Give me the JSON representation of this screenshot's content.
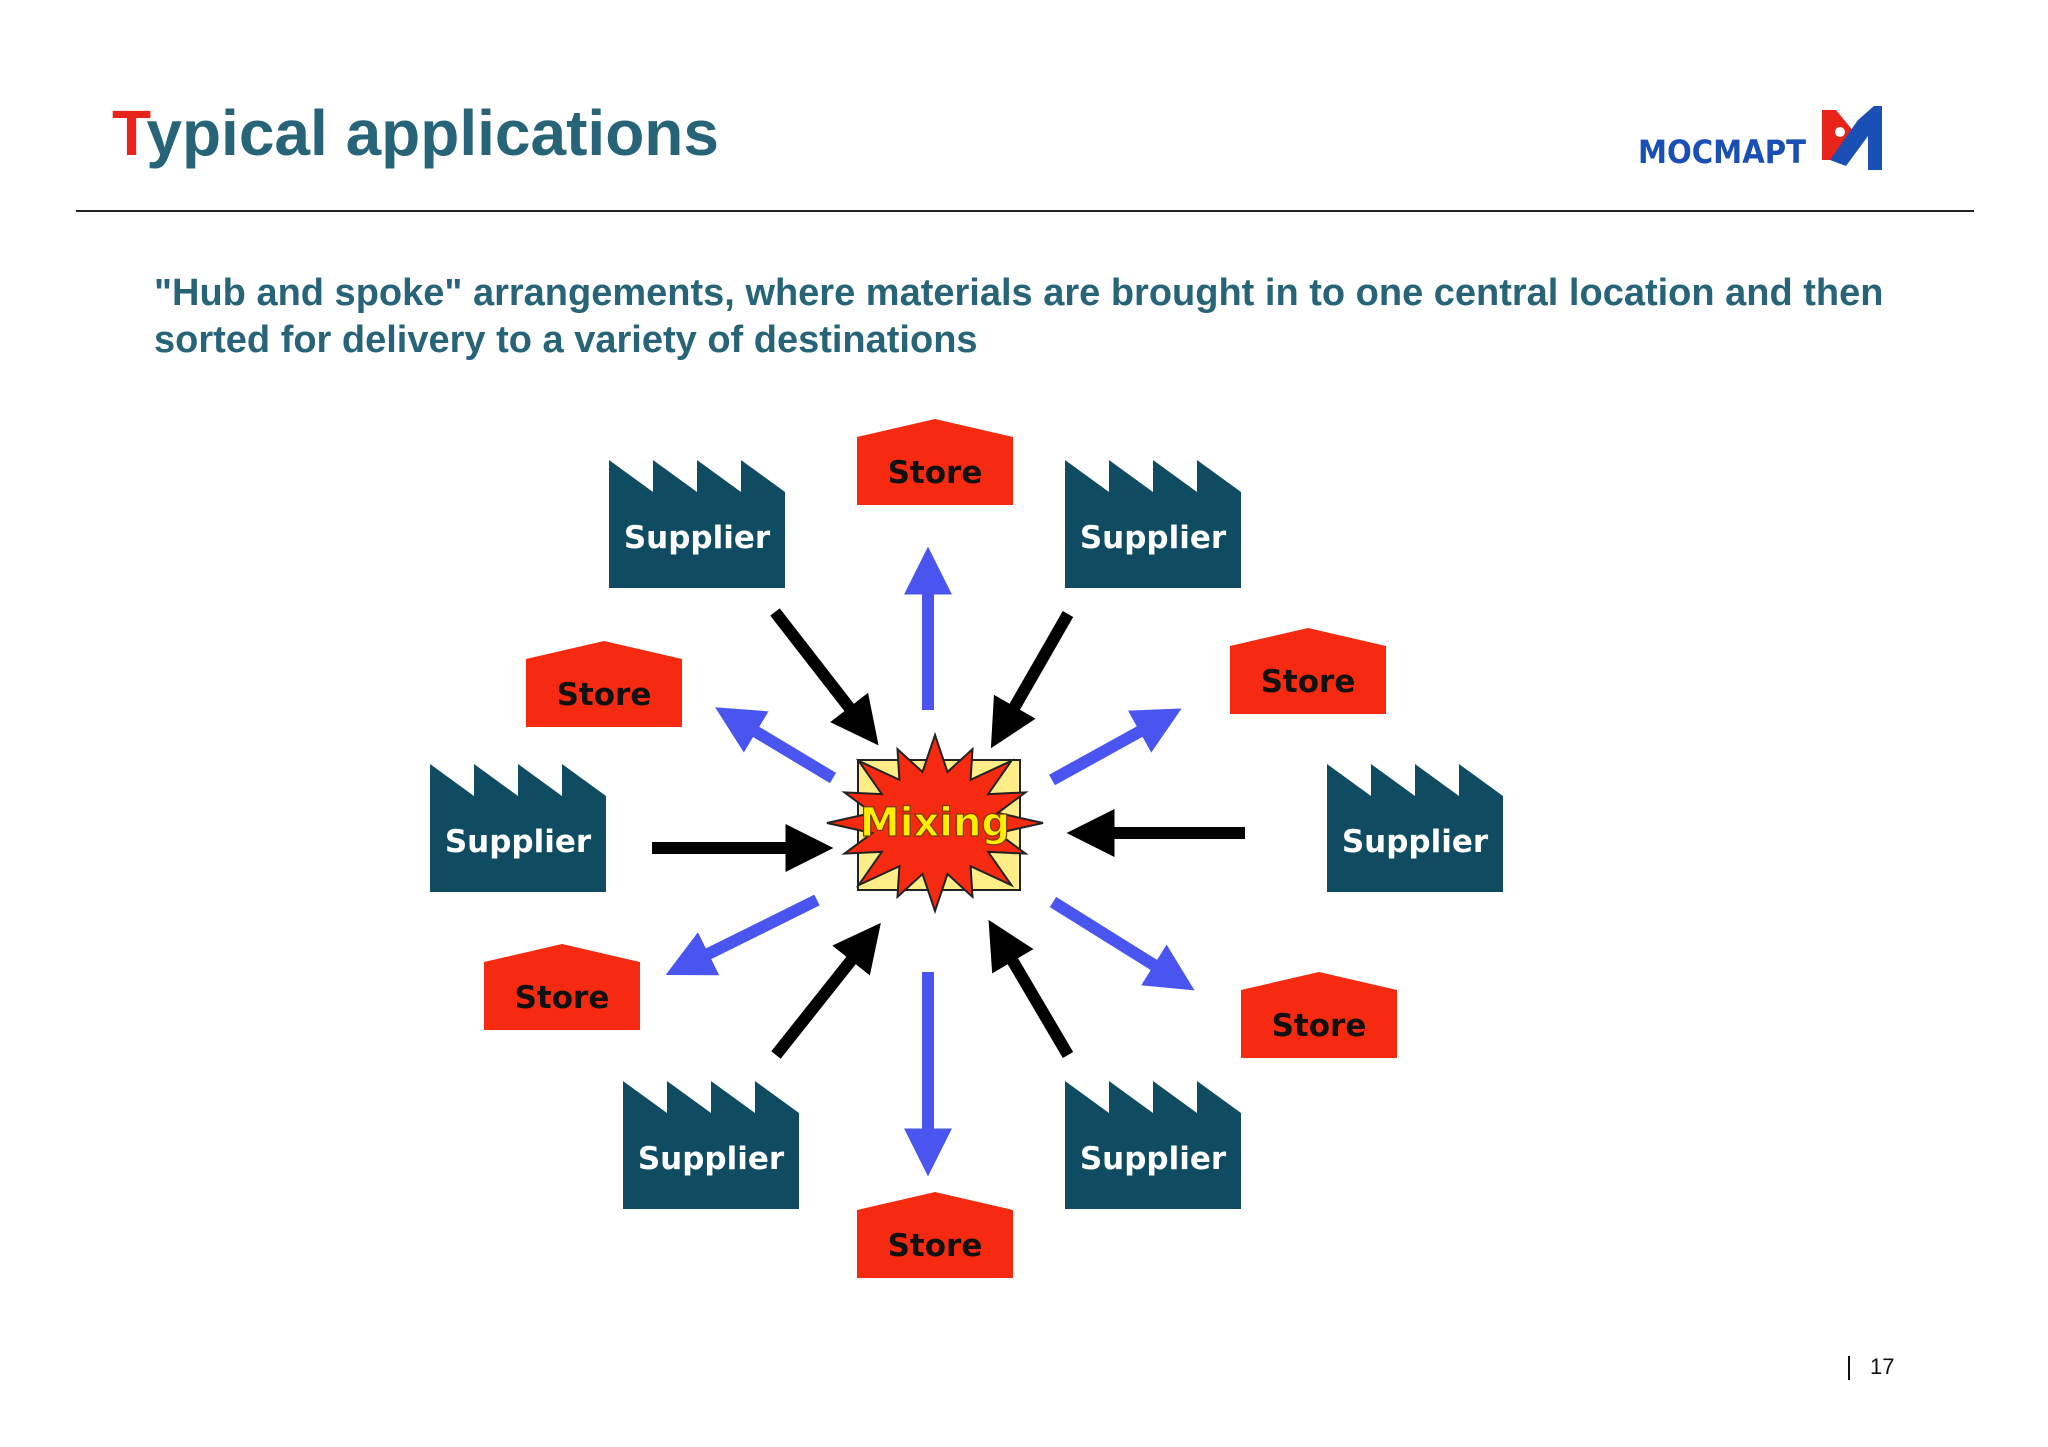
{
  "slide": {
    "title_first_letter": "T",
    "title_rest": "ypical applications",
    "subtitle": "\"Hub and spoke\" arrangements, where materials are brought in to one central location and then sorted for delivery to a variety of destinations",
    "page_number": "17"
  },
  "logo": {
    "text": "МОСМАРТ",
    "colors": {
      "blue": "#1a4fb5",
      "red": "#e8231a"
    }
  },
  "diagram": {
    "hub_label": "Mixing",
    "supplier_label": "Supplier",
    "store_label": "Store",
    "colors": {
      "supplier_fill": "#0f4c62",
      "store_fill": "#f52a10",
      "inbound_arrow": "#000000",
      "outbound_arrow": "#4a55f0",
      "hub_fill": "#f52a10",
      "hub_back": "#ffee88",
      "accent_red": "#e8231a",
      "title_blue": "#276478"
    }
  }
}
